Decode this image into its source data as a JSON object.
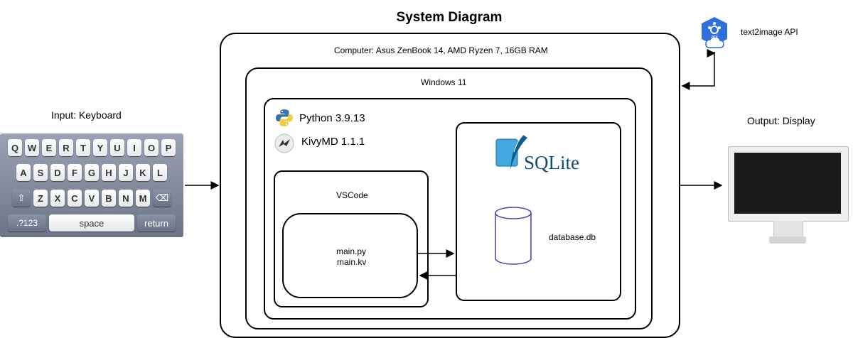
{
  "diagram": {
    "title": "System Diagram",
    "computer_label": "Computer: Asus ZenBook 14, AMD Ryzen 7, 16GB RAM",
    "os_label": "Windows 11",
    "python_label": "Python 3.9.13",
    "kivymd_label": "KivyMD 1.1.1",
    "editor_label": "VSCode",
    "file_1": "main.py",
    "file_2": "main.kv",
    "sqlite_logo": "SQLite",
    "db_label": "database.db",
    "api_label": "text2image API",
    "api_icon_text": "api",
    "input_label": "Input: Keyboard",
    "output_label": "Output: Display"
  },
  "keyboard": {
    "row1": [
      "Q",
      "W",
      "E",
      "R",
      "T",
      "Y",
      "U",
      "I",
      "O",
      "P"
    ],
    "row2": [
      "A",
      "S",
      "D",
      "F",
      "G",
      "H",
      "J",
      "K",
      "L"
    ],
    "row3": [
      "Z",
      "X",
      "C",
      "V",
      "B",
      "N",
      "M"
    ],
    "shift": "⇧",
    "backspace": "⌫",
    "num": ".?123",
    "space": "space",
    "return": "return"
  },
  "icons": {
    "python": "python-logo-icon",
    "kivymd": "kivymd-logo-icon",
    "sqlite": "sqlite-logo-icon",
    "database": "database-cylinder-icon",
    "api": "api-cloud-icon",
    "monitor": "monitor-icon"
  }
}
